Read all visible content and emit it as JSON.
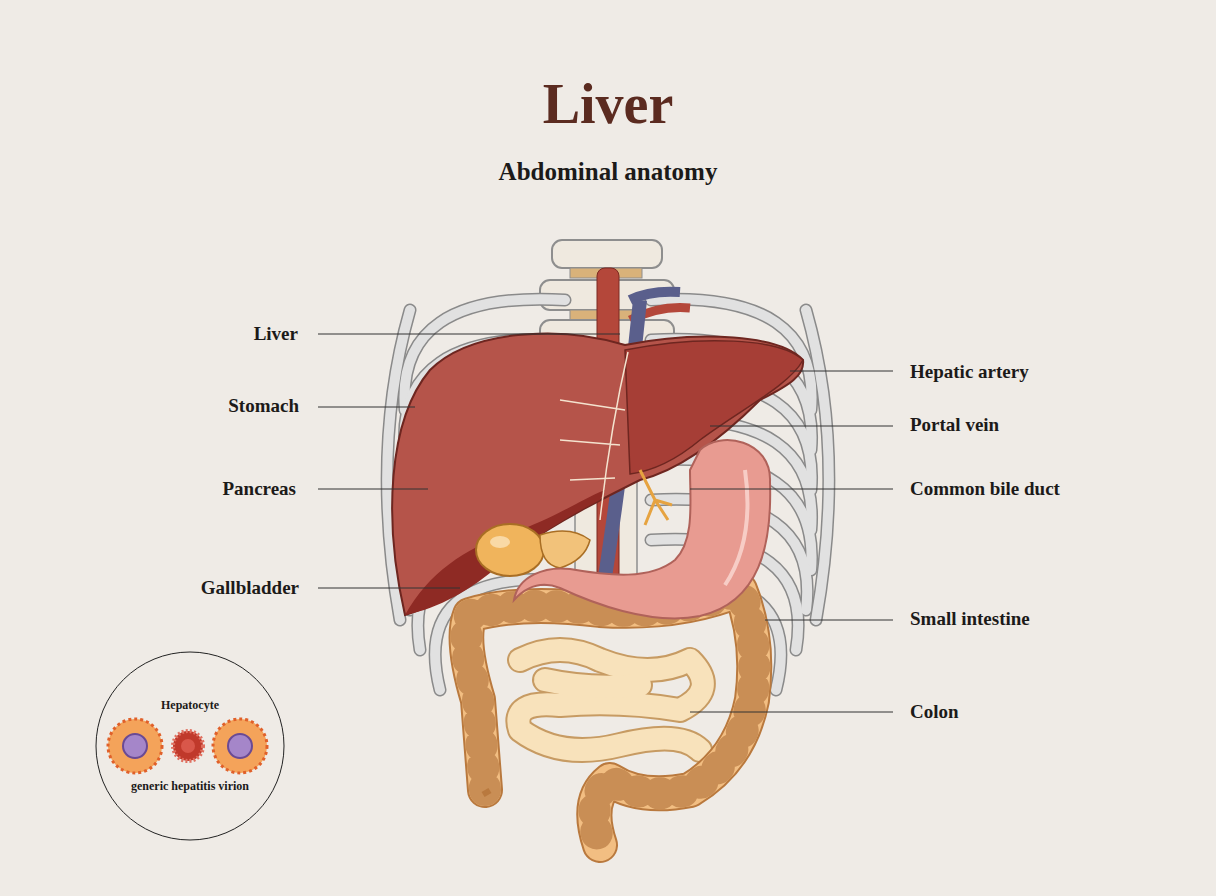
{
  "diagram": {
    "title": "Liver",
    "nodes": [
      {
        "text": [
          "Hepatocyte",
          "generic hepatitis virion"
        ]
      }
    ],
    "edges": [],
    "labels": [
      "Abdominal anatomy",
      "Liver",
      "Stomach",
      "Pancreas",
      "Gallbladder",
      "Hepatic artery",
      "Portal vein",
      "Common bile duct",
      "Small intestine",
      "Colon"
    ]
  }
}
